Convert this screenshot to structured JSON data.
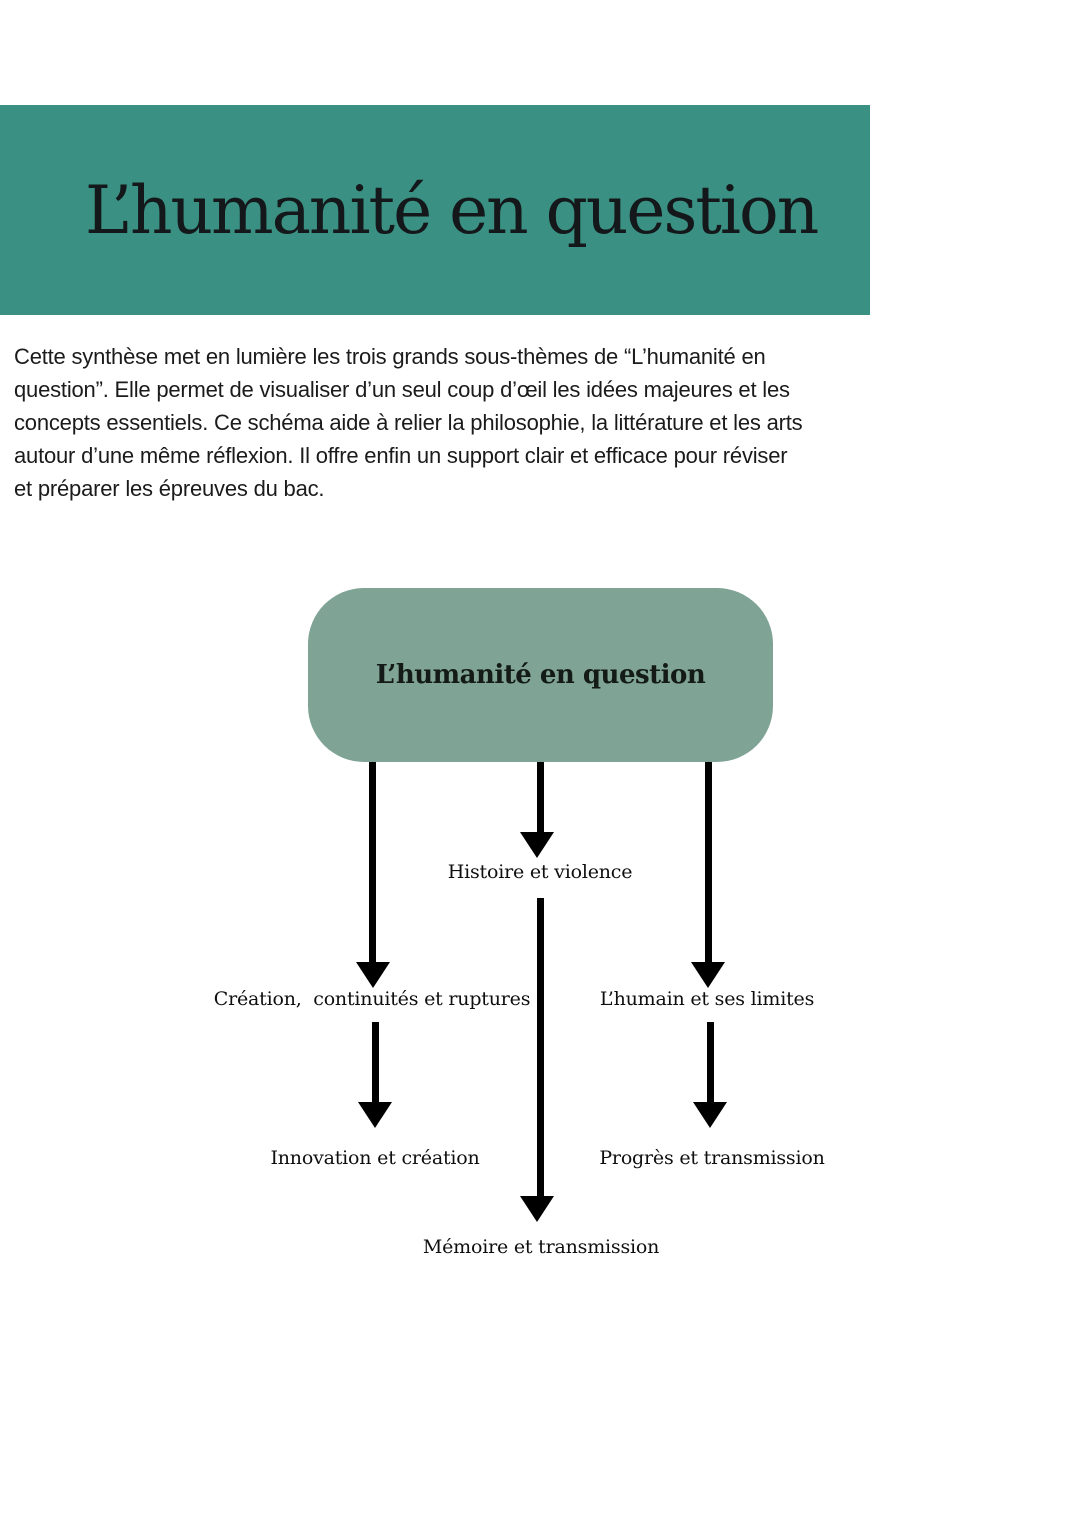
{
  "header": {
    "title": "L’humanité en question",
    "bg_color": "#3A9183",
    "text_color": "#14181a"
  },
  "intro": {
    "lines": [
      "Cette synthèse met en lumière les trois grands sous-thèmes de “L’humanité en",
      "question”. Elle permet de visualiser d’un seul coup d’œil les idées majeures et les",
      "concepts essentiels. Ce schéma aide à relier la philosophie, la littérature et les arts",
      "autour d’une même réflexion. Il offre enfin un support clair et efficace pour réviser",
      "et préparer les épreuves du bac."
    ]
  },
  "diagram": {
    "root": {
      "label": "L’humanité en question",
      "bg_color": "#7FA394"
    },
    "nodes": [
      {
        "id": "histoire",
        "label": "Histoire et violence"
      },
      {
        "id": "creation",
        "label": "Création,  continuités et ruptures"
      },
      {
        "id": "humain",
        "label": "L’humain et ses limites"
      },
      {
        "id": "innovation",
        "label": "Innovation et création"
      },
      {
        "id": "progres",
        "label": "Progrès et transmission"
      },
      {
        "id": "memoire",
        "label": "Mémoire et transmission"
      }
    ],
    "arrow_color": "#000000"
  }
}
